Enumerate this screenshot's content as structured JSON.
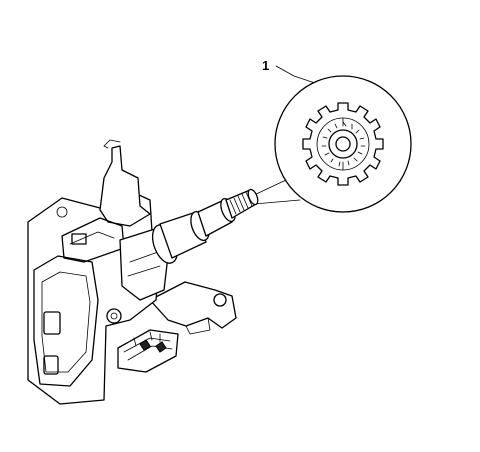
{
  "callouts": [
    {
      "label": "1"
    }
  ],
  "colors": {
    "ink": "#000000",
    "paper": "#ffffff",
    "shade": "#222222"
  },
  "icons": [
    "steering-column-assembly",
    "shaft-spline-detail-view"
  ]
}
